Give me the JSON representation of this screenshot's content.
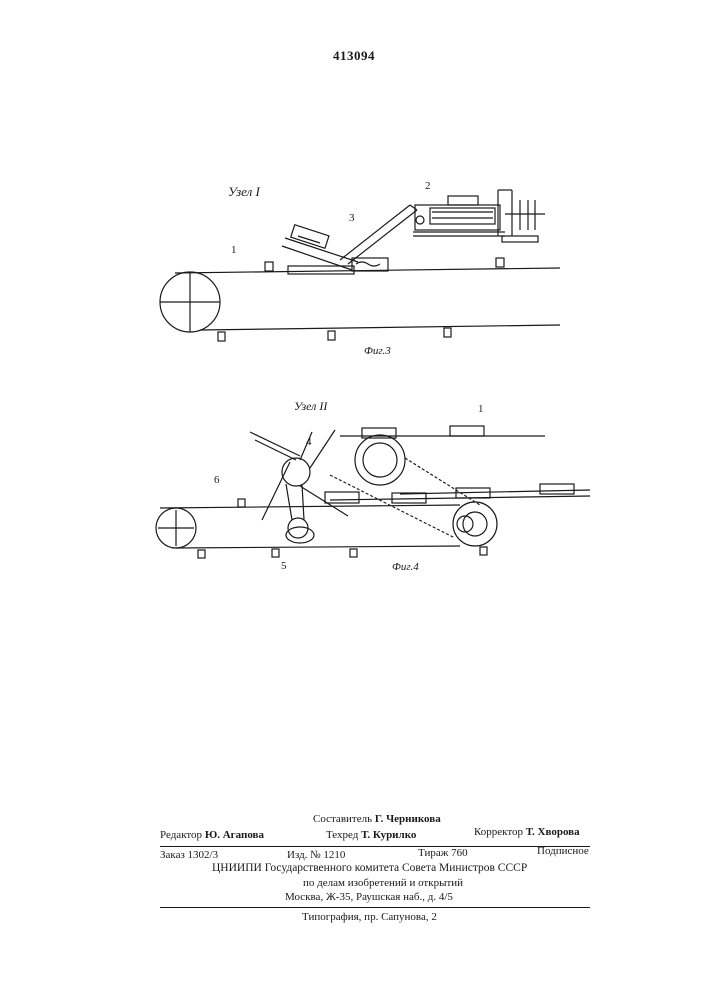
{
  "header": {
    "patent_number": "413094"
  },
  "figure3": {
    "node_label": "Узел I",
    "caption": "Фиг.3",
    "callouts": [
      "1",
      "2",
      "3"
    ]
  },
  "figure4": {
    "node_label": "Узел II",
    "caption": "Фиг.4",
    "callouts": [
      "1",
      "4",
      "5",
      "6"
    ]
  },
  "imprint": {
    "compiler_label": "Составитель",
    "compiler_name": "Г. Черникова",
    "editor_label": "Редактор",
    "editor_name": "Ю. Агапова",
    "techred_label": "Техред",
    "techred_name": "Т. Курилко",
    "corrector_label": "Корректор",
    "corrector_name": "Т. Хворова",
    "order": "Заказ  1302/3",
    "edition": "Изд.  № 1210",
    "print_run": "Тираж  760",
    "subscription": "Подписное",
    "org_line1": "ЦНИИПИ Государственного комитета Совета Министров СССР",
    "org_line2": "по делам изобретений и открытий",
    "org_line3": "Москва, Ж-35, Раушская наб., д. 4/5",
    "printer": "Типография, пр. Сапунова, 2"
  }
}
